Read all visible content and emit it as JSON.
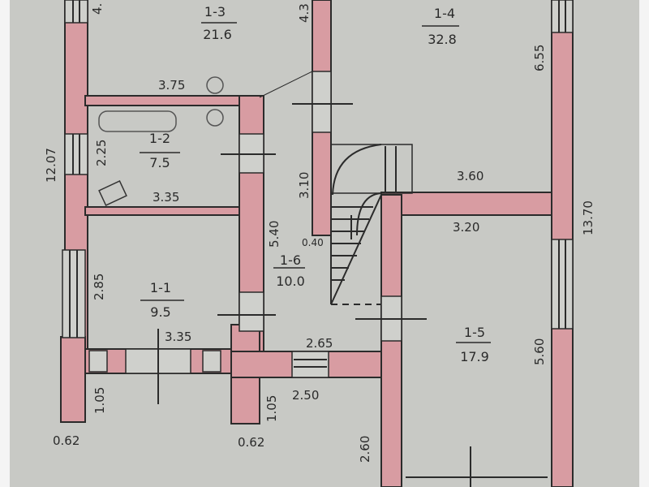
{
  "rooms": [
    {
      "id": "1-3",
      "area": "21.6"
    },
    {
      "id": "1-4",
      "area": "32.8"
    },
    {
      "id": "1-2",
      "area": "7.5"
    },
    {
      "id": "1-6",
      "area": "10.0"
    },
    {
      "id": "1-1",
      "area": "9.5"
    },
    {
      "id": "1-5",
      "area": "17.9"
    }
  ],
  "dimensions": {
    "d_375": "3.75",
    "d_225": "2.25",
    "d_1207": "12.07",
    "d_335a": "3.35",
    "d_540": "5.40",
    "d_310": "3.10",
    "d_043": "4.3",
    "d_04l": "4.",
    "d_655": "6.55",
    "d_360": "3.60",
    "d_320": "3.20",
    "d_1370": "13.70",
    "d_040": "0.40",
    "d_285": "2.85",
    "d_335b": "3.35",
    "d_265": "2.65",
    "d_560": "5.60",
    "d_105a": "1.05",
    "d_105b": "1.05",
    "d_062a": "0.62",
    "d_062b": "0.62",
    "d_250": "2.50",
    "d_260": "2.60"
  },
  "colors": {
    "paper": "#c8c9c5",
    "wall": "#d89ca2",
    "ink": "#2b2b2b"
  }
}
